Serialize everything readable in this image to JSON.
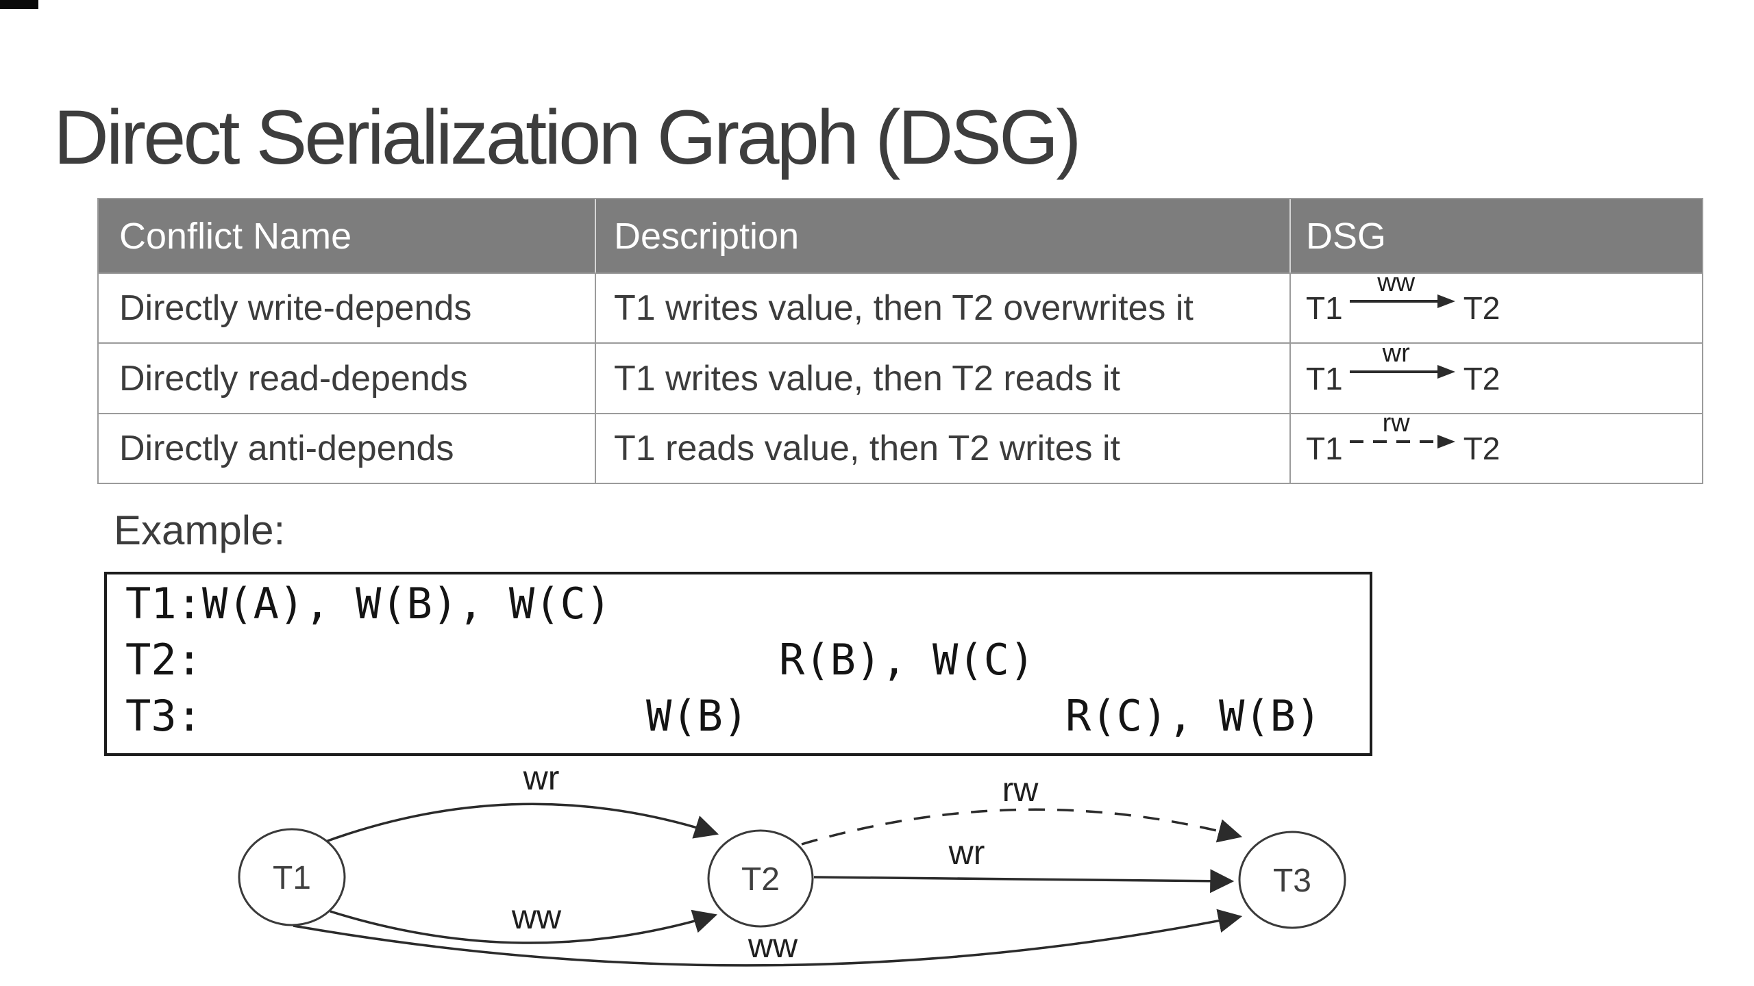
{
  "title": "Direct Serialization Graph (DSG)",
  "table": {
    "headers": [
      "Conflict Name",
      "Description",
      "DSG"
    ],
    "rows": [
      {
        "name": "Directly write-depends",
        "description": "T1 writes value, then T2 overwrites it",
        "dsg": {
          "from": "T1",
          "to": "T2",
          "label": "ww",
          "style": "solid"
        }
      },
      {
        "name": "Directly read-depends",
        "description": "T1 writes value, then T2 reads it",
        "dsg": {
          "from": "T1",
          "to": "T2",
          "label": "wr",
          "style": "solid"
        }
      },
      {
        "name": "Directly anti-depends",
        "description": "T1 reads value, then T2 writes it",
        "dsg": {
          "from": "T1",
          "to": "T2",
          "label": "rw",
          "style": "dashed"
        }
      }
    ]
  },
  "example": {
    "label": "Example:",
    "code_lines": [
      {
        "segments": [
          "T1:W(A), W(B), W(C)"
        ]
      },
      {
        "segments": [
          "T2:",
          "R(B), W(C)"
        ]
      },
      {
        "segments": [
          "T3:",
          "W(B)",
          "R(C), W(B)"
        ]
      }
    ]
  },
  "graph": {
    "nodes": [
      {
        "id": "T1",
        "label": "T1"
      },
      {
        "id": "T2",
        "label": "T2"
      },
      {
        "id": "T3",
        "label": "T3"
      }
    ],
    "edges": [
      {
        "from": "T1",
        "to": "T2",
        "label": "wr",
        "style": "solid",
        "curve": "above"
      },
      {
        "from": "T1",
        "to": "T2",
        "label": "ww",
        "style": "solid",
        "curve": "below"
      },
      {
        "from": "T2",
        "to": "T3",
        "label": "rw",
        "style": "dashed",
        "curve": "above"
      },
      {
        "from": "T2",
        "to": "T3",
        "label": "wr",
        "style": "solid",
        "curve": "straight"
      },
      {
        "from": "T1",
        "to": "T3",
        "label": "ww",
        "style": "solid",
        "curve": "below-outer"
      }
    ]
  },
  "colors": {
    "header_bg": "#7d7d7d",
    "header_text": "#ffffff",
    "body_text": "#3c3c3c",
    "table_border": "#9b9b9b",
    "ink": "#2b2b2b",
    "background": "#ffffff"
  }
}
